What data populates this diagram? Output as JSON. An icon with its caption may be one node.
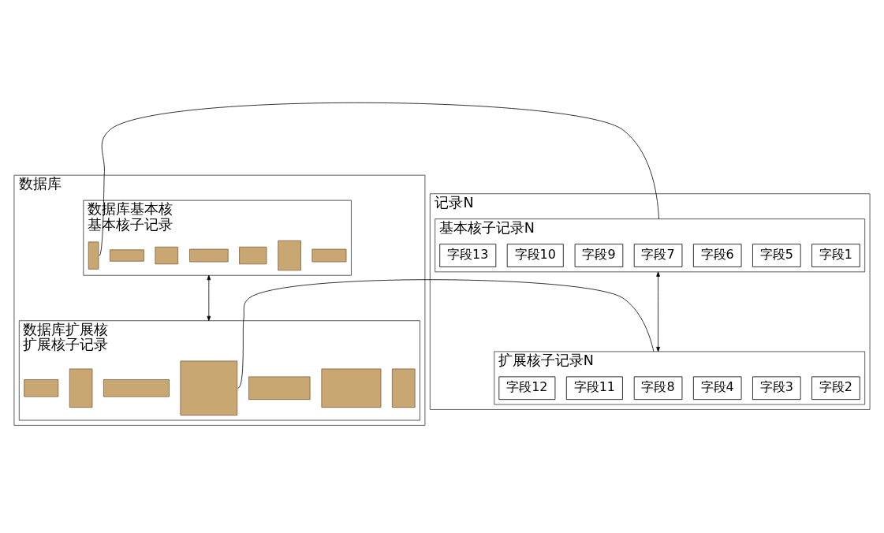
{
  "diagram": {
    "nodes": [
      {
        "text": [
          "数据库"
        ]
      },
      {
        "text": [
          "数据库基本核",
          "基本核子记录"
        ],
        "in": 0
      },
      {
        "text": [],
        "shape": "box",
        "in": 1
      },
      {
        "text": [],
        "shape": "box",
        "in": 1
      },
      {
        "text": [],
        "shape": "box",
        "in": 1
      },
      {
        "text": [],
        "shape": "box",
        "in": 1
      },
      {
        "text": [],
        "shape": "box",
        "in": 1
      },
      {
        "text": [],
        "shape": "box",
        "in": 1
      },
      {
        "text": [],
        "shape": "box",
        "in": 1
      },
      {
        "text": [
          "数据库扩展核",
          "扩展核子记录"
        ],
        "in": 0
      },
      {
        "text": [],
        "shape": "box",
        "in": 9
      },
      {
        "text": [],
        "shape": "box",
        "in": 9
      },
      {
        "text": [],
        "shape": "box",
        "in": 9
      },
      {
        "text": [],
        "shape": "box",
        "in": 9
      },
      {
        "text": [],
        "shape": "box",
        "in": 9
      },
      {
        "text": [],
        "shape": "box",
        "in": 9
      },
      {
        "text": [],
        "shape": "box",
        "in": 9
      },
      {
        "text": [
          "记录N"
        ]
      },
      {
        "text": [
          "基本核子记录N"
        ],
        "in": 17
      },
      {
        "text": [
          "字段1"
        ],
        "in": 18
      },
      {
        "text": [
          "字段5"
        ],
        "in": 18
      },
      {
        "text": [
          "字段6"
        ],
        "in": 18
      },
      {
        "text": [
          "字段7"
        ],
        "in": 18
      },
      {
        "text": [
          "字段9"
        ],
        "in": 18
      },
      {
        "text": [
          "字段10"
        ],
        "in": 18
      },
      {
        "text": [
          "字段13"
        ],
        "in": 18
      },
      {
        "text": [
          "扩展核子记录N"
        ],
        "in": 17
      },
      {
        "text": [
          "字段2"
        ],
        "in": 26
      },
      {
        "text": [
          "字段3"
        ],
        "in": 26
      },
      {
        "text": [
          "字段4"
        ],
        "in": 26
      },
      {
        "text": [
          "字段8"
        ],
        "in": 26
      },
      {
        "text": [
          "字段11"
        ],
        "in": 26
      },
      {
        "text": [
          "字段12"
        ],
        "in": 26
      }
    ],
    "edges": [
      {
        "from": 1,
        "to": 9,
        "arrow": "both"
      },
      {
        "from": 8,
        "to": 18,
        "arrow": "none"
      },
      {
        "from": 18,
        "to": 26,
        "arrow": "both"
      },
      {
        "from": 13,
        "to": 26,
        "arrow": "none"
      }
    ]
  }
}
